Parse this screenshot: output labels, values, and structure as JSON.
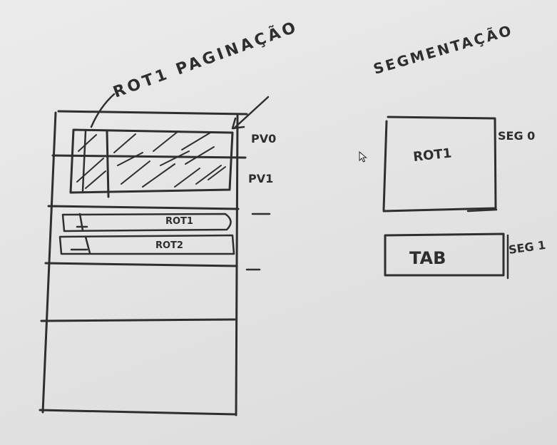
{
  "labels": {
    "left_title": "ROT1 PAGINAÇÃO",
    "right_title": "SEGMENTAÇÃO",
    "page_pv0": "PV0",
    "page_pv1": "PV1",
    "row_rot1": "ROT1",
    "row_rot2": "ROT2",
    "segment_rot1": "ROT1",
    "segment_tab": "TAB",
    "seg0": "SEG 0",
    "seg1": "SEG 1"
  },
  "colors": {
    "ink": "#2f2f2f",
    "board": "#e6e6e6"
  }
}
